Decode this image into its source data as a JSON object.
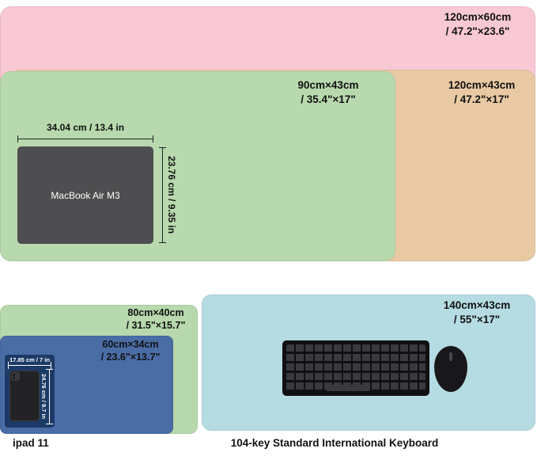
{
  "mats": {
    "pink_120x60": {
      "size": "120cm×60cm",
      "inches": "/ 47.2\"×23.6\""
    },
    "green_90x43": {
      "size": "90cm×43cm",
      "inches": "/ 35.4\"×17\""
    },
    "tan_120x43": {
      "size": "120cm×43cm",
      "inches": "/ 47.2\"×17\""
    },
    "green_80x40": {
      "size": "80cm×40cm",
      "inches": "/ 31.5\"×15.7\""
    },
    "blue_60x34": {
      "size": "60cm×34cm",
      "inches": "/ 23.6\"×13.7\""
    },
    "blue_140x43": {
      "size": "140cm×43cm",
      "inches": "/ 55\"×17\""
    }
  },
  "laptop": {
    "label": "MacBook Air M3",
    "width": "34.04 cm / 13.4 in",
    "height": "23.76 cm / 9.35 in"
  },
  "tablet": {
    "caption": "ipad 11",
    "width": "17.85 cm / 7 in",
    "height": "24.76 cm / 9.7 in"
  },
  "keyboard": {
    "caption": "104-key Standard International Keyboard"
  },
  "palette": {
    "pink": "#f8c8d4",
    "green": "#b7d9ad",
    "tan": "#e8c9a3",
    "light_blue": "#b5dce2",
    "steel_blue": "#4a6da6",
    "navy": "#1c3a66",
    "laptop_gray": "#4e4e50"
  }
}
